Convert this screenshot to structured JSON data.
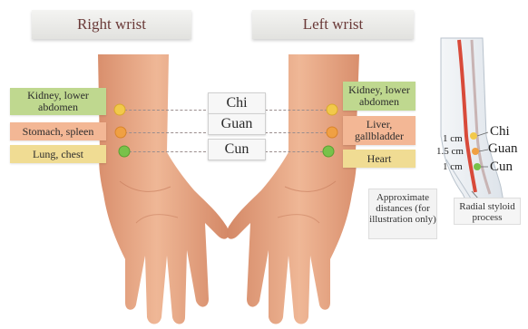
{
  "titles": {
    "right": "Right wrist",
    "left": "Left wrist"
  },
  "positions": {
    "chi": "Chi",
    "guan": "Guan",
    "cun": "Cun"
  },
  "right_organs": {
    "chi": "Kidney, lower abdomen",
    "guan": "Stomach, spleen",
    "cun": "Lung, chest"
  },
  "left_organs": {
    "chi": "Kidney, lower abdomen",
    "guan": "Liver, gallbladder",
    "cun": "Heart"
  },
  "inset": {
    "chi": "Chi",
    "guan": "Guan",
    "cun": "Cun",
    "dist_1": "1 cm",
    "dist_2": "1.5 cm",
    "dist_3": "1 cm",
    "note": "Approximate distances (for illustration only)",
    "styloid": "Radial styloid process"
  },
  "colors": {
    "chi_dot": "#f2c94a",
    "guan_dot": "#f0a043",
    "cun_dot": "#78c24a",
    "green_box": "#bfd88f",
    "orange_box": "#f3b795",
    "yellow_box": "#f0dc93",
    "skin": "#e8a887",
    "title_text": "#6a3a38"
  }
}
